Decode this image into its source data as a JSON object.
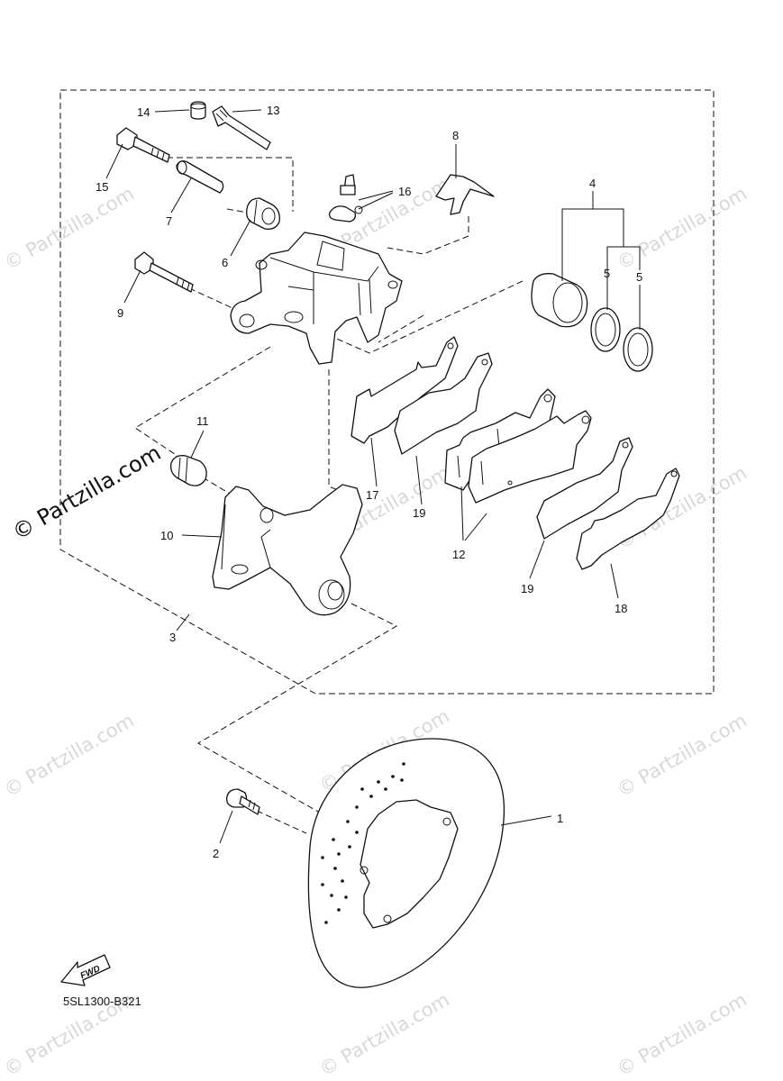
{
  "diagram": {
    "code": "5SL1300-B321",
    "fwd_label": "FWD",
    "watermark_text": "© Partzilla.com",
    "callouts": [
      {
        "id": "c1",
        "label": "1"
      },
      {
        "id": "c2",
        "label": "2"
      },
      {
        "id": "c3",
        "label": "3"
      },
      {
        "id": "c4",
        "label": "4"
      },
      {
        "id": "c5a",
        "label": "5"
      },
      {
        "id": "c5b",
        "label": "5"
      },
      {
        "id": "c6",
        "label": "6"
      },
      {
        "id": "c7",
        "label": "7"
      },
      {
        "id": "c8",
        "label": "8"
      },
      {
        "id": "c9",
        "label": "9"
      },
      {
        "id": "c10",
        "label": "10"
      },
      {
        "id": "c11",
        "label": "11"
      },
      {
        "id": "c12",
        "label": "12"
      },
      {
        "id": "c13",
        "label": "13"
      },
      {
        "id": "c14",
        "label": "14"
      },
      {
        "id": "c15",
        "label": "15"
      },
      {
        "id": "c16",
        "label": "16"
      },
      {
        "id": "c17",
        "label": "17"
      },
      {
        "id": "c18",
        "label": "18"
      },
      {
        "id": "c19a",
        "label": "19"
      },
      {
        "id": "c19b",
        "label": "19"
      }
    ]
  }
}
